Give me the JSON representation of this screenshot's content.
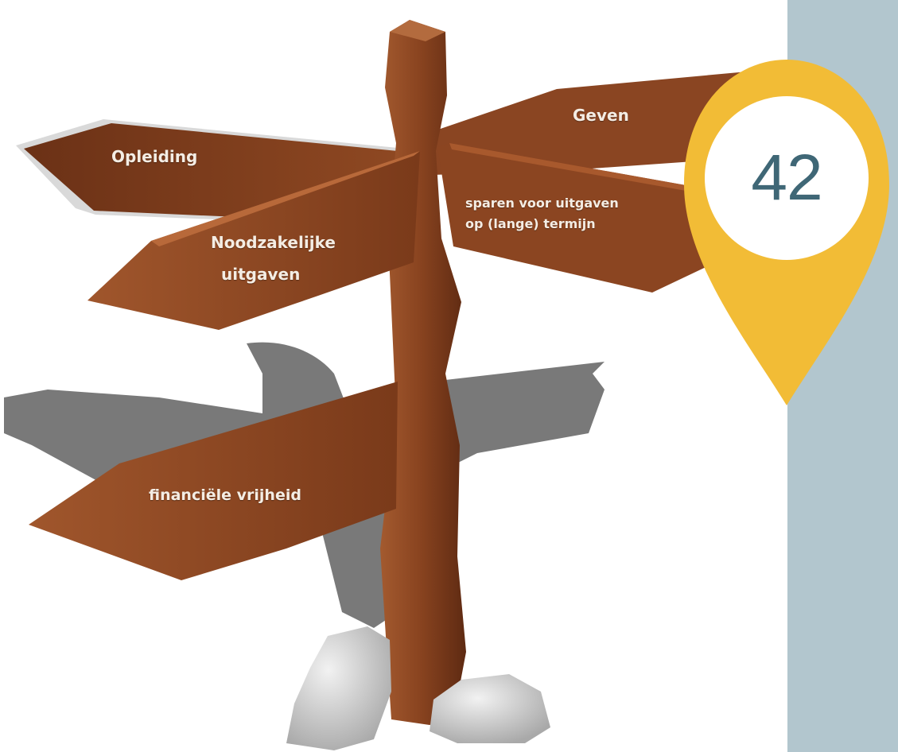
{
  "signs": {
    "opleiding": "Opleiding",
    "noodzakelijk_line1": "Noodzakelijke",
    "noodzakelijk_line2": "uitgaven",
    "geven": "Geven",
    "sparen_line1": "sparen voor uitgaven",
    "sparen_line2": "op (lange) termijn",
    "vrijheid": "financiële vrijheid"
  },
  "pin": {
    "number": "42"
  },
  "colors": {
    "wood_dark": "#6e3317",
    "wood_mid": "#86421f",
    "wood_light": "#a0562c",
    "shadow": "#727272",
    "pin_yellow": "#f2bc36",
    "pin_number": "#3f6776",
    "sidebar": "#b2c6ce"
  }
}
